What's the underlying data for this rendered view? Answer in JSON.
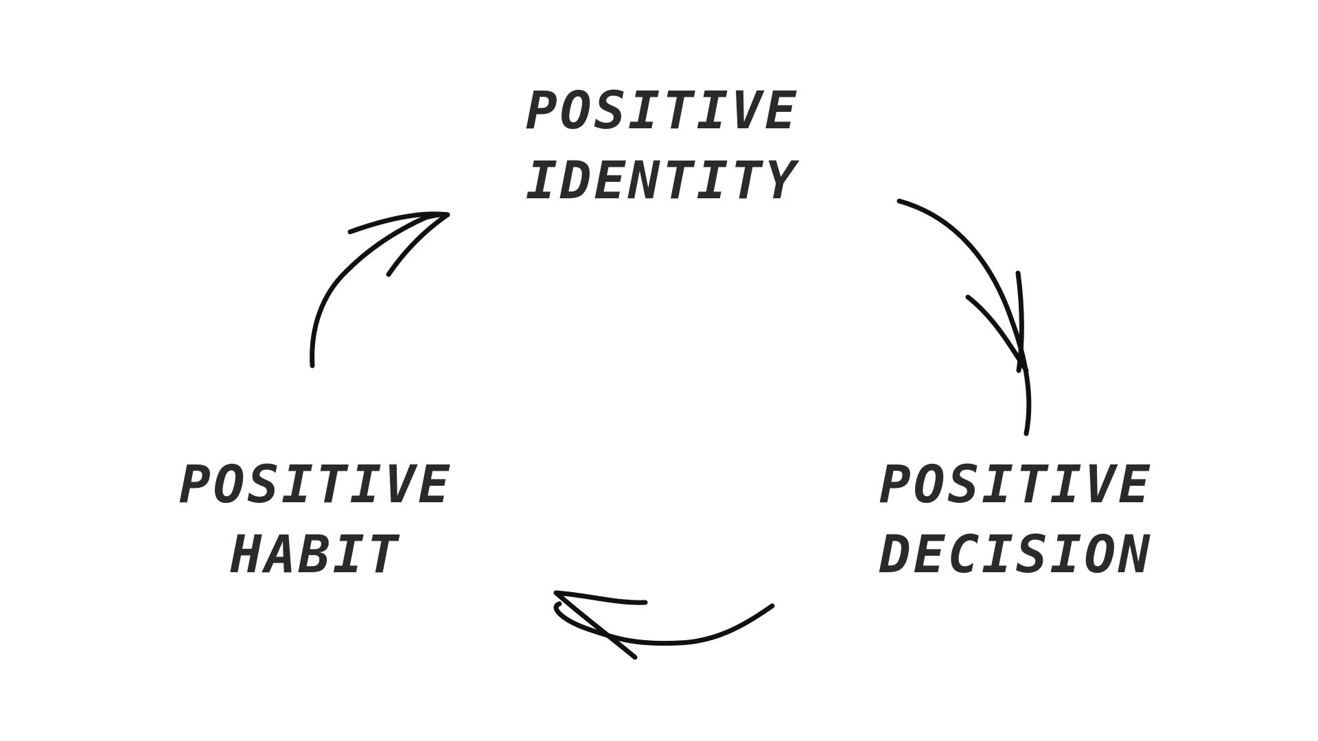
{
  "diagram": {
    "nodes": {
      "identity": {
        "line1": "POSITIVE",
        "line2": "IDENTITY"
      },
      "decision": {
        "line1": "POSITIVE",
        "line2": "DECISION"
      },
      "habit": {
        "line1": "POSITIVE",
        "line2": "HABIT"
      }
    },
    "edges": [
      {
        "from": "identity",
        "to": "decision"
      },
      {
        "from": "decision",
        "to": "habit"
      },
      {
        "from": "habit",
        "to": "identity"
      }
    ],
    "text_color": "#2a2a2a",
    "arrow_color": "#111111"
  }
}
